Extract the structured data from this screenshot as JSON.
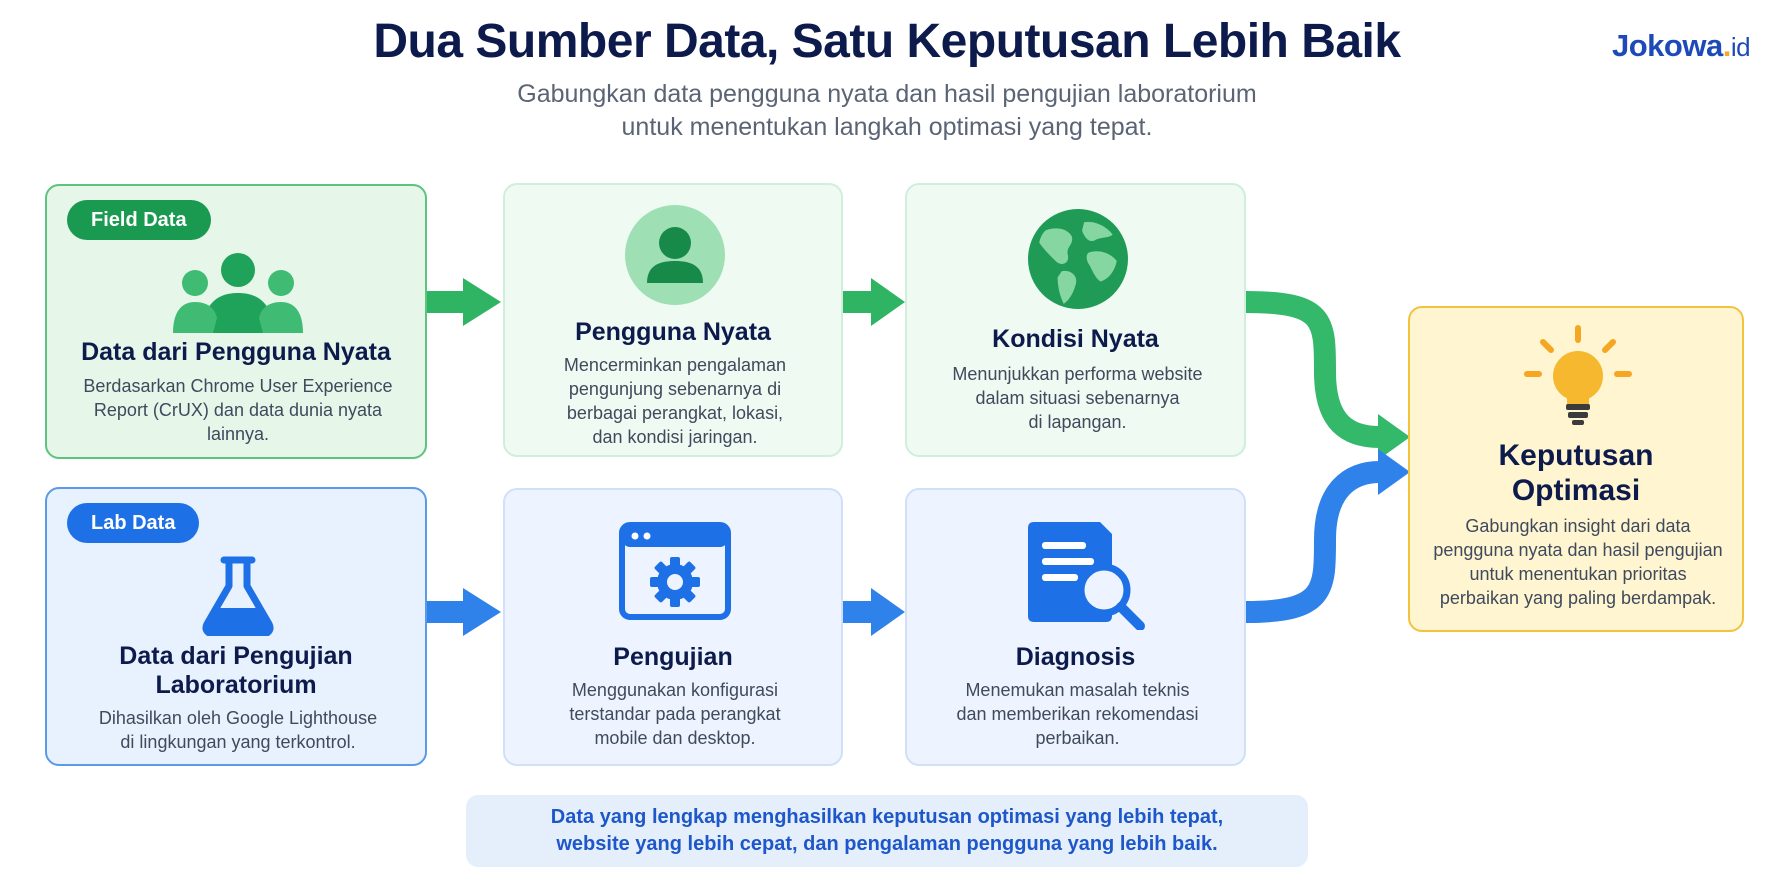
{
  "header": {
    "title": "Dua Sumber Data, Satu Keputusan Lebih Baik",
    "subtitle_line1": "Gabungkan data pengguna nyata dan hasil pengujian laboratorium",
    "subtitle_line2": "untuk menentukan langkah optimasi yang tepat.",
    "logo_text": "Jokowa",
    "logo_dot": ".",
    "logo_suffix": "id"
  },
  "colors": {
    "field_green": "#1a9a50",
    "lab_blue": "#1e70e6",
    "decision_gold": "#f5c240",
    "title_navy": "#0d1b4c"
  },
  "field_row": {
    "badge": "Field Data",
    "source_card": {
      "icon": "people-group-icon",
      "title": "Data dari Pengguna Nyata",
      "desc": [
        "Berdasarkan Chrome User Experience",
        "Report (CrUX) dan data dunia nyata",
        "lainnya."
      ]
    },
    "step1": {
      "icon": "user-avatar-icon",
      "title": "Pengguna Nyata",
      "desc": [
        "Mencerminkan pengalaman",
        "pengunjung sebenarnya di",
        "berbagai perangkat, lokasi,",
        "dan kondisi jaringan."
      ]
    },
    "step2": {
      "icon": "globe-icon",
      "title": "Kondisi Nyata",
      "desc": [
        "Menunjukkan performa website",
        "dalam situasi sebenarnya",
        "di lapangan."
      ]
    }
  },
  "lab_row": {
    "badge": "Lab Data",
    "source_card": {
      "icon": "flask-icon",
      "title": [
        "Data dari Pengujian",
        "Laboratorium"
      ],
      "desc": [
        "Dihasilkan oleh Google Lighthouse",
        "di lingkungan yang terkontrol."
      ]
    },
    "step1": {
      "icon": "browser-gear-icon",
      "title": "Pengujian",
      "desc": [
        "Menggunakan konfigurasi",
        "terstandar pada perangkat",
        "mobile dan desktop."
      ]
    },
    "step2": {
      "icon": "document-search-icon",
      "title": "Diagnosis",
      "desc": [
        "Menemukan masalah teknis",
        "dan memberikan rekomendasi",
        "perbaikan."
      ]
    }
  },
  "decision": {
    "icon": "lightbulb-icon",
    "title": [
      "Keputusan",
      "Optimasi"
    ],
    "desc": [
      "Gabungkan insight dari data",
      "pengguna nyata dan hasil pengujian",
      "untuk menentukan prioritas",
      "perbaikan yang paling berdampak."
    ]
  },
  "footer": {
    "line1": "Data yang lengkap menghasilkan keputusan optimasi yang lebih tepat,",
    "line2": "website yang lebih cepat, dan pengalaman pengguna yang lebih baik."
  }
}
